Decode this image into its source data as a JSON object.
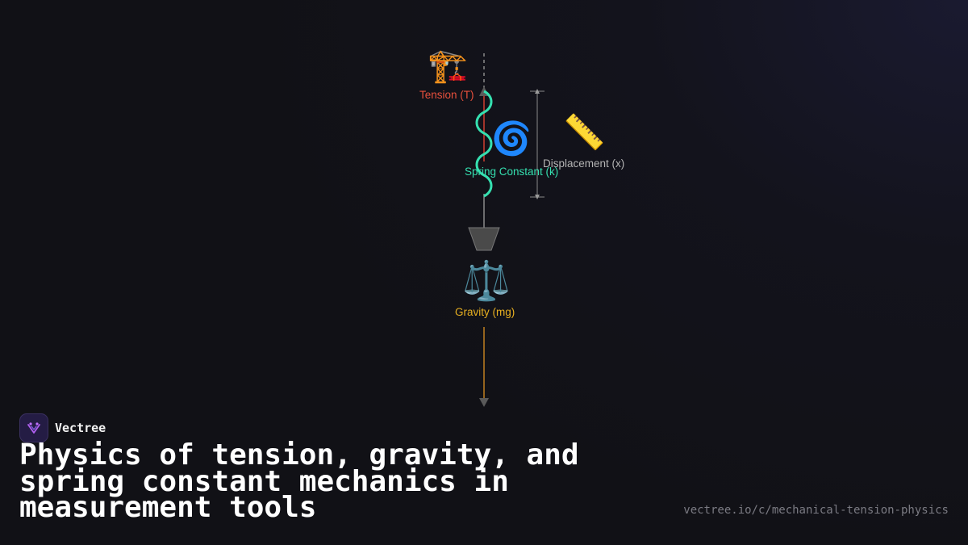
{
  "diagram": {
    "labels": {
      "tension": "Tension (T)",
      "spring": "Spring Constant (k)",
      "displacement": "Displacement (x)",
      "gravity": "Gravity (mg)"
    },
    "icons": {
      "tension": "crane-icon",
      "spring": "cyclone-icon",
      "displacement": "ruler-icon",
      "gravity": "balance-scale-icon"
    },
    "icon_glyphs": {
      "tension": "🏗️",
      "spring": "🌀",
      "displacement": "📏",
      "gravity": "⚖️"
    },
    "colors": {
      "tension": "#e8503c",
      "spring": "#35e0b0",
      "displacement": "#b4b4b4",
      "gravity": "#e8b020"
    }
  },
  "brand": {
    "name": "Vectree",
    "logo_icon": "vectree-logo-icon"
  },
  "title": "Physics of tension, gravity, and spring constant mechanics in measurement tools",
  "source_url": "vectree.io/c/mechanical-tension-physics"
}
